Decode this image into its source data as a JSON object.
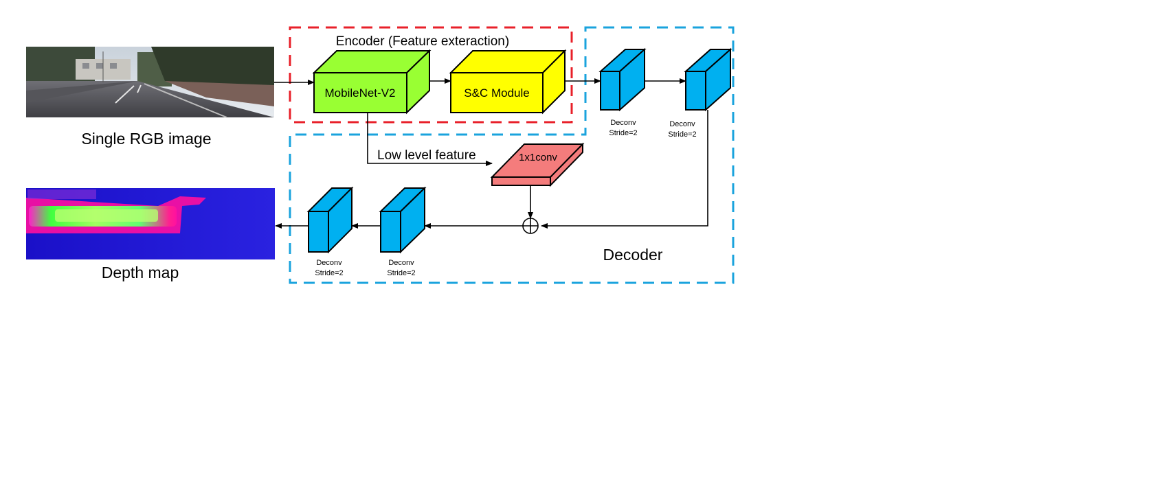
{
  "colors": {
    "encoder_border": "#e8202a",
    "decoder_border": "#1aa3dd",
    "mobilenet_fill": "#99ff33",
    "sc_fill": "#ffff00",
    "deconv_fill": "#00b0f0",
    "conv1x1_fill": "#f47c7c",
    "stroke": "#000000"
  },
  "labels": {
    "encoder_title": "Encoder (Feature exteraction)",
    "mobilenet": "MobileNet-V2",
    "sc_module": "S&C Module",
    "single_rgb": "Single RGB image",
    "depth_map": "Depth map",
    "low_level_feature": "Low level feature",
    "conv1x1": "1x1conv",
    "decoder": "Decoder",
    "deconv": "Deconv",
    "stride": "Stride=2"
  }
}
